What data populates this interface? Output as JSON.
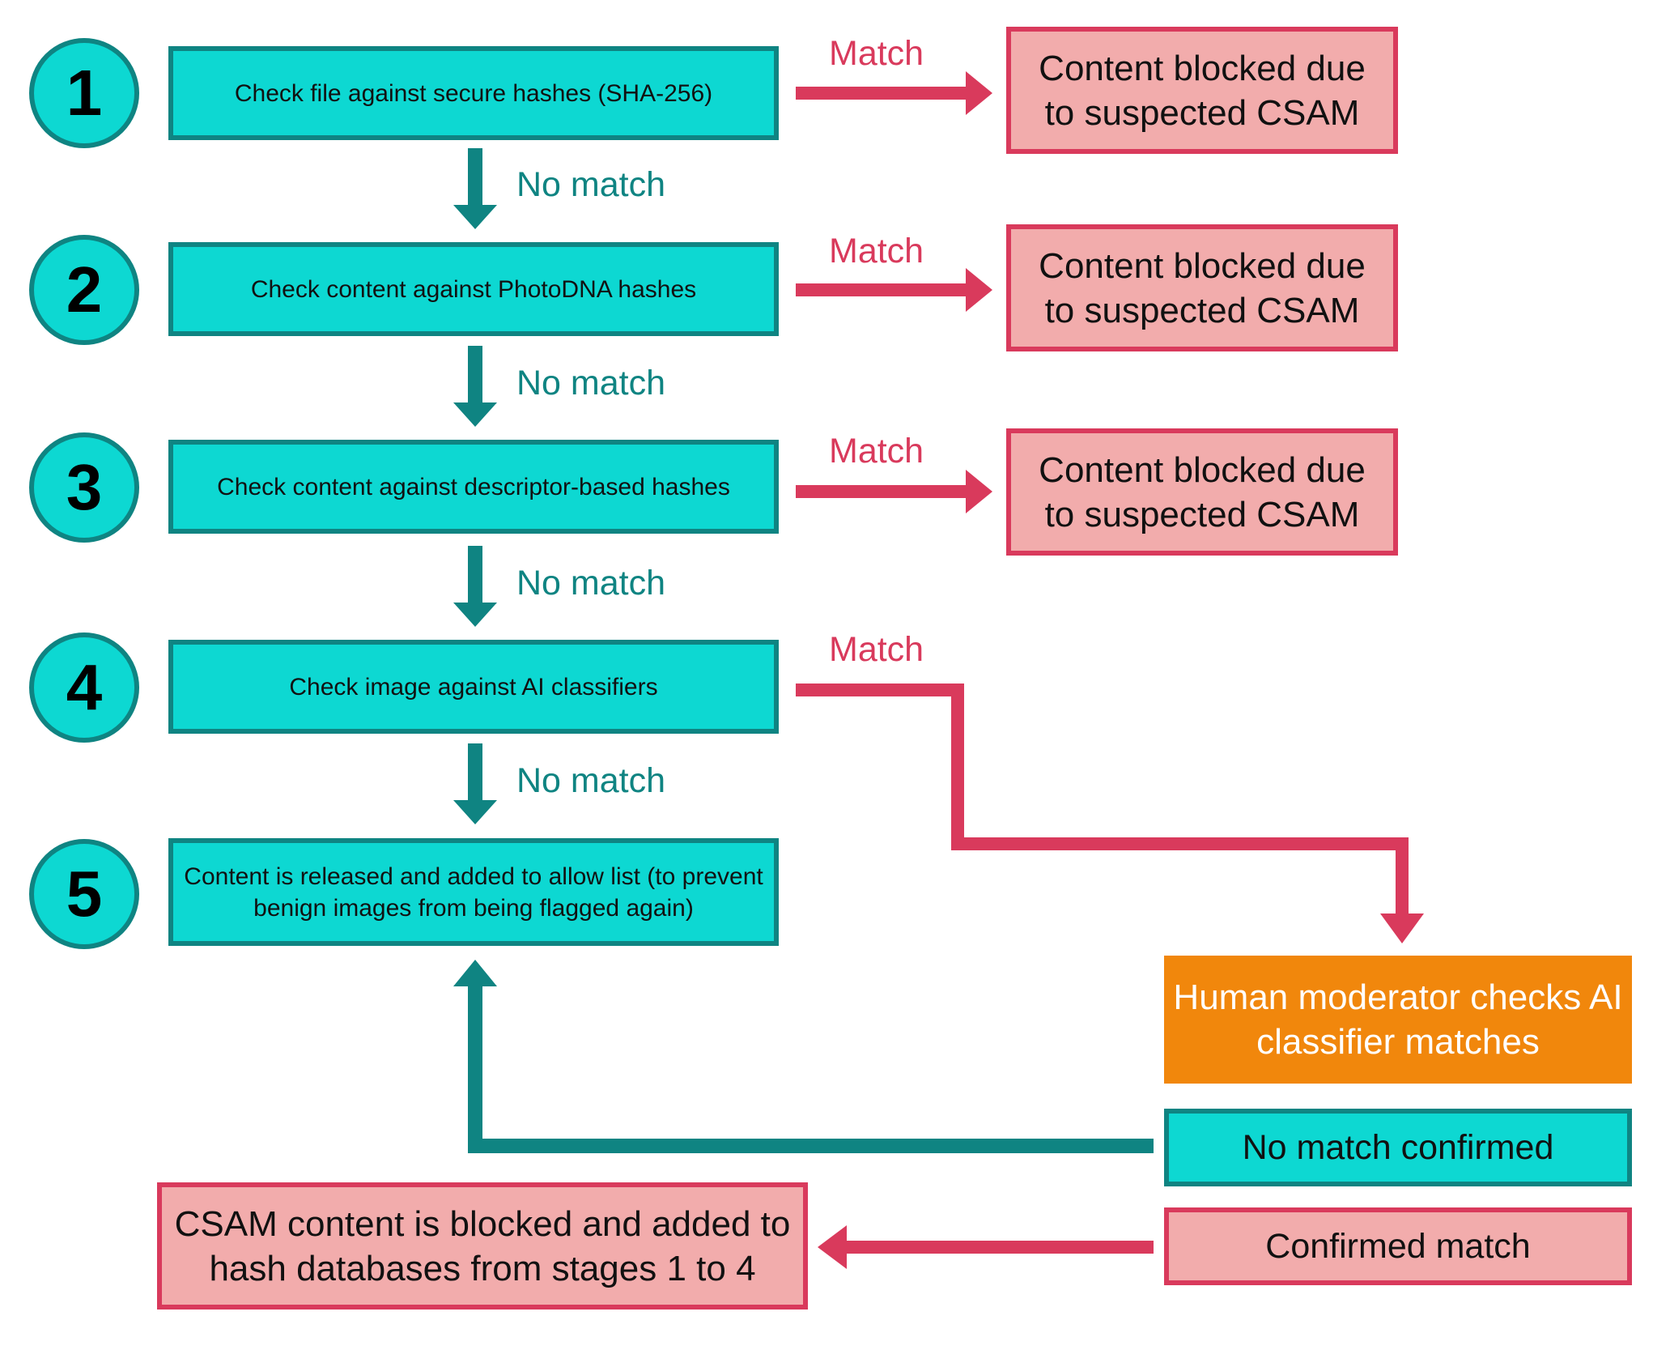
{
  "colors": {
    "teal_fill": "#0dd8d2",
    "teal_border": "#0f8482",
    "red": "#d93a5c",
    "pink_fill": "#f2acac",
    "orange": "#f1870c"
  },
  "steps": [
    {
      "number": "1",
      "text": "Check file against secure hashes (SHA-256)"
    },
    {
      "number": "2",
      "text": "Check content against PhotoDNA hashes"
    },
    {
      "number": "3",
      "text": "Check content against descriptor-based hashes"
    },
    {
      "number": "4",
      "text": "Check image against AI classifiers"
    },
    {
      "number": "5",
      "text": "Content is released and added to allow list (to prevent benign images from being flagged again)"
    }
  ],
  "labels": {
    "match": "Match",
    "no_match": "No match"
  },
  "blocked_text": "Content blocked due to suspected CSAM",
  "human_review": "Human moderator checks AI classifier matches",
  "no_match_confirmed": "No match confirmed",
  "confirmed_match": "Confirmed match",
  "csam_final": "CSAM content is blocked and added to hash databases from stages 1 to 4"
}
